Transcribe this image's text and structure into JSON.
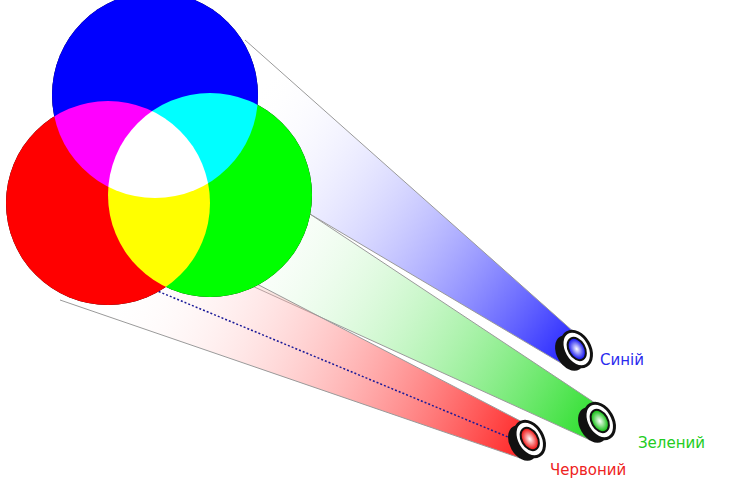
{
  "diagram": {
    "labels": [
      "Синій",
      "Зелений",
      "Червоний"
    ]
  }
}
